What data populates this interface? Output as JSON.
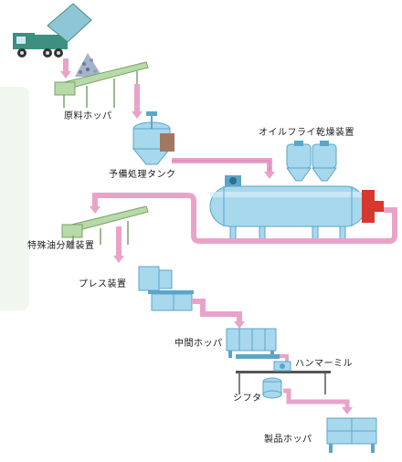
{
  "labels": {
    "raw_hopper": "原料ホッパ",
    "pretreatment_tank": "予備処理タンク",
    "oil_fry_dryer": "オイルフライ乾燥装置",
    "special_oil_separator": "特殊油分離装置",
    "press_unit": "プレス装置",
    "intermediate_hopper": "中間ホッパ",
    "hammer_mill": "ハンマーミル",
    "sifter": "シフタ",
    "product_hopper": "製品ホッパ"
  },
  "colors": {
    "flow_arrow": "#e9a3c9",
    "flow_arrow_outline": "#c0609a",
    "equipment": "#a8d8ee",
    "equipment_dark": "#5aa6c8",
    "conveyor": "#b8d9a8",
    "truck": "#3d8f80",
    "bg_shape": "#f1f6ef"
  },
  "icons": [
    "dump-truck-icon",
    "raw-material-pile-icon",
    "conveyor-icon",
    "tank-icon",
    "dryer-drum-icon",
    "press-icon",
    "hopper-icon",
    "mill-icon",
    "sifter-icon"
  ]
}
